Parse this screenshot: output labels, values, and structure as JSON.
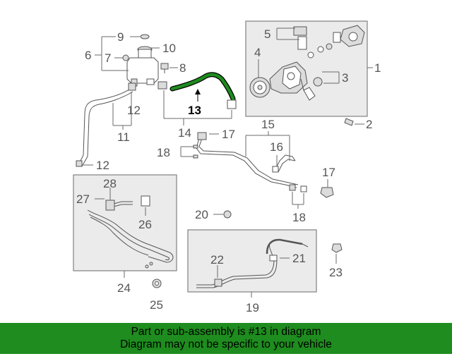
{
  "diagram": {
    "highlight_color": "#1e8c1e",
    "highlighted_part": "13",
    "callouts": {
      "c1": "1",
      "c2": "2",
      "c3": "3",
      "c4": "4",
      "c5": "5",
      "c6": "6",
      "c7": "7",
      "c8": "8",
      "c9": "9",
      "c10": "10",
      "c11": "11",
      "c12a": "12",
      "c12b": "12",
      "c13": "13",
      "c14": "14",
      "c15": "15",
      "c16": "16",
      "c17a": "17",
      "c17b": "17",
      "c18a": "18",
      "c18b": "18",
      "c19": "19",
      "c20": "20",
      "c21": "21",
      "c22": "22",
      "c23": "23",
      "c24": "24",
      "c25": "25",
      "c26": "26",
      "c27": "27",
      "c28": "28"
    }
  },
  "banner": {
    "line1": "Part or sub-assembly is #13 in diagram",
    "line2": "Diagram may not be specific to your vehicle",
    "background": "#1e8c1e"
  }
}
